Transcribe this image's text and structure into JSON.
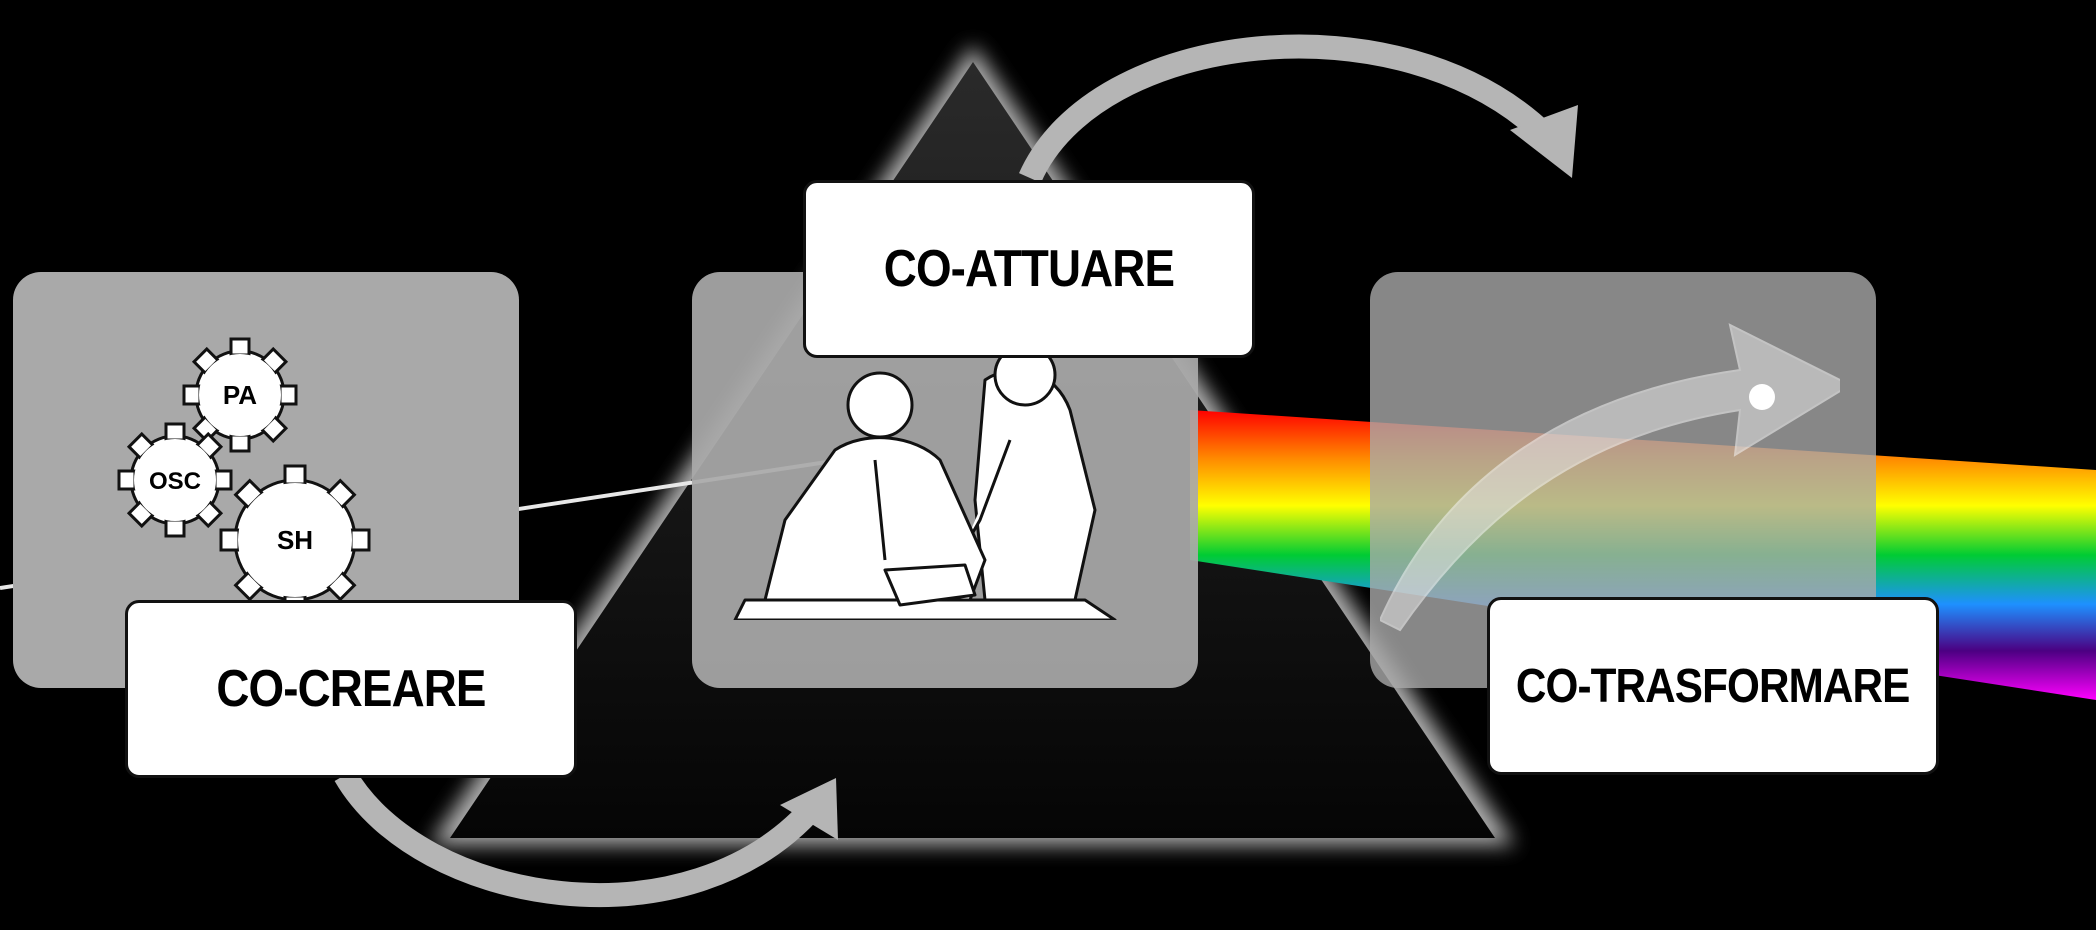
{
  "stages": [
    {
      "id": "co-creare",
      "label": "CO-CREARE"
    },
    {
      "id": "co-attuare",
      "label": "CO-ATTUARE"
    },
    {
      "id": "co-trasformare",
      "label": "CO-TRASFORMARE"
    }
  ],
  "gears": [
    {
      "label": "PA"
    },
    {
      "label": "OSC"
    },
    {
      "label": "SH"
    }
  ],
  "colors": {
    "background": "#000000",
    "panel": "#a9a9a9",
    "label_box": "#ffffff",
    "arrow": "#b5b5b5",
    "spectrum": [
      "#ff0000",
      "#ff8c00",
      "#ffff00",
      "#00cc33",
      "#1e90ff",
      "#4b0082",
      "#ff00ff"
    ]
  },
  "icons": [
    "gears-icon",
    "people-at-desk-illustration",
    "growth-arrow-icon",
    "prism-icon",
    "curved-arrow-icon"
  ]
}
